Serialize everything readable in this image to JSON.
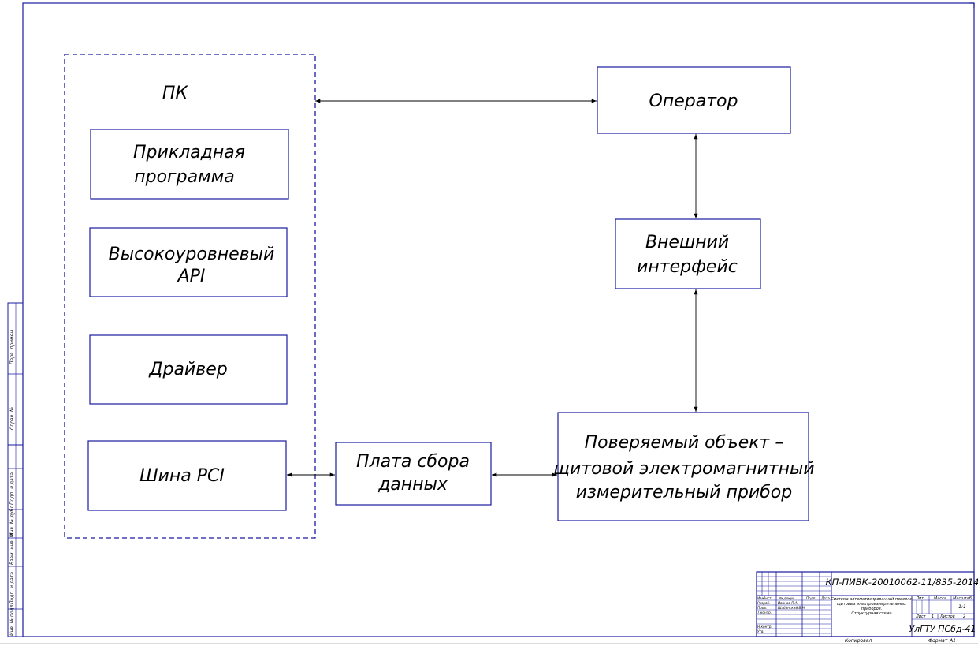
{
  "blocks": {
    "pc": "ПК",
    "app_line1": "Прикладная",
    "app_line2": "программа",
    "api_line1": "Высокоуровневый",
    "api_line2": "API",
    "driver": "Драйвер",
    "pci": "Шина PCI",
    "board_line1": "Плата сбора",
    "board_line2": "данных",
    "operator": "Оператор",
    "ext_line1": "Внешний",
    "ext_line2": "интерфейс",
    "obj_line1": "Поверяемый объект –",
    "obj_line2": "щитовой электромагнитный",
    "obj_line3": "измерительный прибор"
  },
  "side_stamp": [
    "Подп. и дата",
    "Инв. № дубл.",
    "Взам. инв. №",
    "Подп. и дата",
    "Инв. № подл.",
    "Справ. №",
    "Перв. примен."
  ],
  "title_block": {
    "code": "КП-ПИВК-20010062-11/835-2014",
    "desc_line1": "Система автоматизированной поверки",
    "desc_line2": "щитовых электроизмерительных",
    "desc_line3": "приборов.",
    "desc_line4": "Структурная схема",
    "col_izm": "Изм.",
    "col_list": "Лист",
    "col_doc": "№ докум.",
    "col_podp": "Подп.",
    "col_data": "Дата",
    "row_razrab": "Разраб.",
    "row_prov": "Пров.",
    "row_tkontr": "Т.контр.",
    "row_nkontr": "Н.контр.",
    "row_utv": "Утв.",
    "razrab_name": "Иванов П.А.",
    "prov_name": "Шабанский В.Н.",
    "lit_label": "Лит.",
    "mass_label": "Масса",
    "scale_label": "Масштаб",
    "scale_value": "1:1",
    "sheet_label": "Лист",
    "sheet_value": "1",
    "sheets_label": "Листов",
    "sheets_value": "2",
    "org": "УлГТУ ПСбд-41",
    "copied": "Копировал",
    "format_label": "Формат",
    "format_value": "А1"
  }
}
